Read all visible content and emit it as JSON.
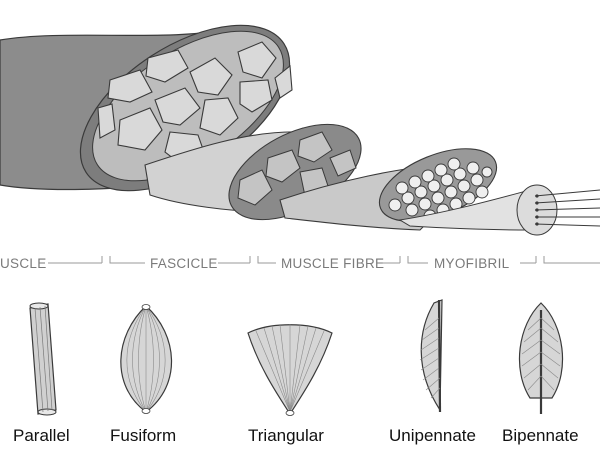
{
  "scale_labels": {
    "muscle": "USCLE",
    "fascicle": "FASCICLE",
    "muscle_fibre": "MUSCLE FIBRE",
    "myofibril": "MYOFIBRIL"
  },
  "shapes": [
    {
      "label": "Parallel"
    },
    {
      "label": "Fusiform"
    },
    {
      "label": "Triangular"
    },
    {
      "label": "Unipennate"
    },
    {
      "label": "Bipennate"
    }
  ],
  "colors": {
    "outer_sheath": "#8c8c8c",
    "sheath_dark": "#6a6a6a",
    "fill_light": "#d6d6d6",
    "fill_mid": "#bcbcbc",
    "outline": "#3a3a3a"
  }
}
